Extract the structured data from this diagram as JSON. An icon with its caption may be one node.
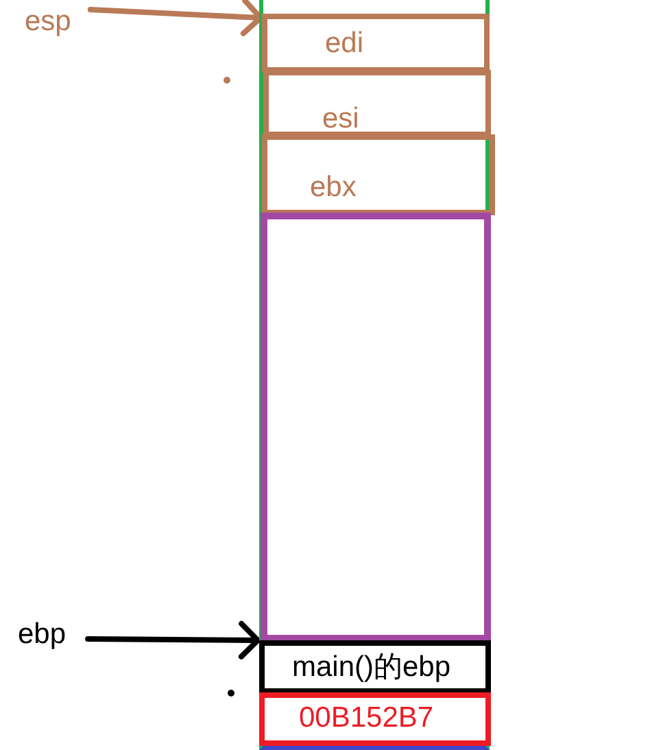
{
  "diagram": {
    "nodes": [
      {
        "text": [
          "esp"
        ]
      },
      {
        "text": [],
        "shape": "box"
      },
      {
        "text": [
          "edi"
        ],
        "in": 1
      },
      {
        "text": [
          "esi"
        ],
        "in": 1
      },
      {
        "text": [
          "ebx"
        ],
        "in": 1
      },
      {
        "text": [],
        "shape": "box",
        "in": 1
      },
      {
        "text": [
          "ebp"
        ]
      },
      {
        "text": [
          "main()的ebp"
        ],
        "in": 1
      },
      {
        "text": [
          "00B152B7"
        ],
        "in": 1
      }
    ],
    "edges": [
      {
        "from": 0,
        "to": 2,
        "arrow": "to",
        "color": "#b97a57"
      },
      {
        "from": 6,
        "to": 7,
        "arrow": "to",
        "color": "#000000"
      }
    ]
  }
}
